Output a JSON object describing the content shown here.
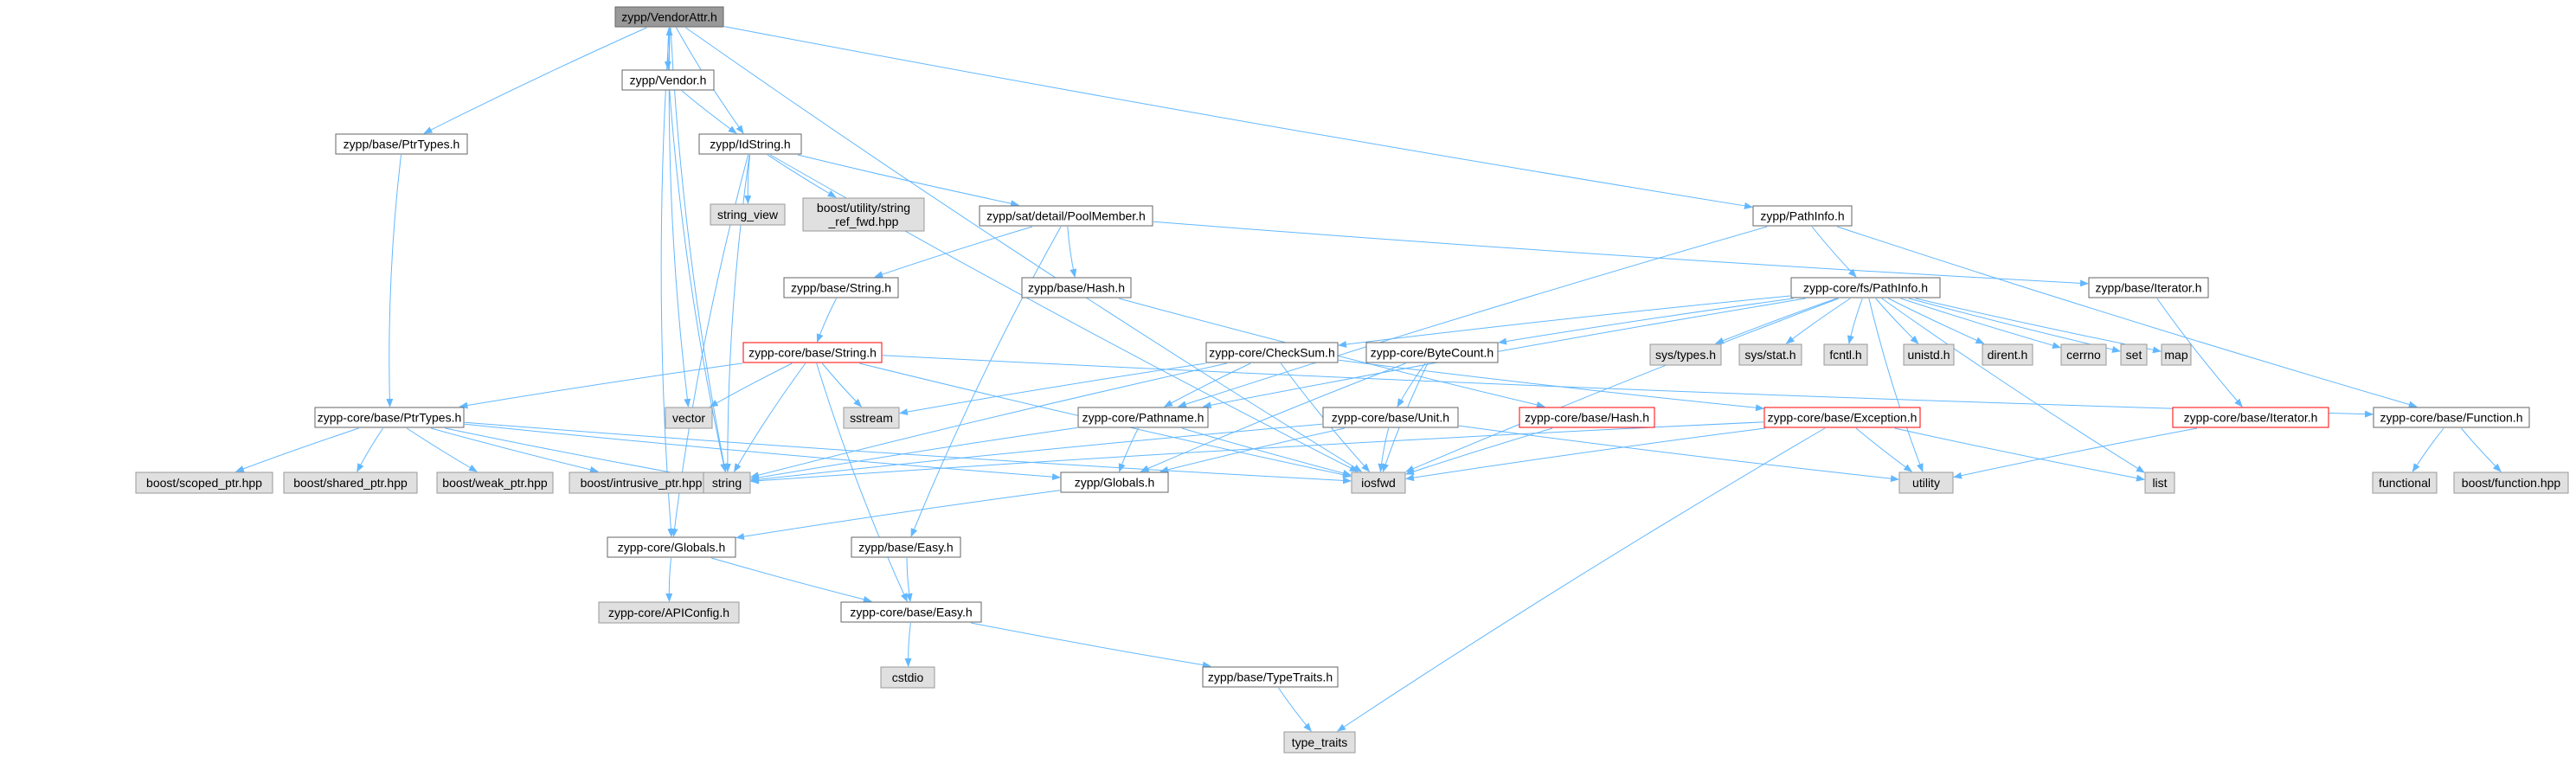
{
  "diagram": {
    "nodes": [
      {
        "id": "n_vendorattr",
        "label": [
          "zypp/VendorAttr.h"
        ],
        "style": "root"
      },
      {
        "id": "n_vendor",
        "label": [
          "zypp/Vendor.h"
        ],
        "style": "normal"
      },
      {
        "id": "n_ptrtypes",
        "label": [
          "zypp/base/PtrTypes.h"
        ],
        "style": "normal"
      },
      {
        "id": "n_idstring",
        "label": [
          "zypp/IdString.h"
        ],
        "style": "normal"
      },
      {
        "id": "n_pathinfo",
        "label": [
          "zypp/PathInfo.h"
        ],
        "style": "normal"
      },
      {
        "id": "n_string_view",
        "label": [
          "string_view"
        ],
        "style": "external"
      },
      {
        "id": "n_boost_string_ref",
        "label": [
          "boost/utility/string",
          "_ref_fwd.hpp"
        ],
        "style": "external"
      },
      {
        "id": "n_poolmember",
        "label": [
          "zypp/sat/detail/PoolMember.h"
        ],
        "style": "normal"
      },
      {
        "id": "n_basestring",
        "label": [
          "zypp/base/String.h"
        ],
        "style": "normal"
      },
      {
        "id": "n_basehash",
        "label": [
          "zypp/base/Hash.h"
        ],
        "style": "normal"
      },
      {
        "id": "n_corefs_pathinfo",
        "label": [
          "zypp-core/fs/PathInfo.h"
        ],
        "style": "normal"
      },
      {
        "id": "n_baseiterator",
        "label": [
          "zypp/base/Iterator.h"
        ],
        "style": "normal"
      },
      {
        "id": "n_corestring",
        "label": [
          "zypp-core/base/String.h"
        ],
        "style": "alert"
      },
      {
        "id": "n_checksum",
        "label": [
          "zypp-core/CheckSum.h"
        ],
        "style": "normal"
      },
      {
        "id": "n_bytecount",
        "label": [
          "zypp-core/ByteCount.h"
        ],
        "style": "normal"
      },
      {
        "id": "n_systypes",
        "label": [
          "sys/types.h"
        ],
        "style": "external"
      },
      {
        "id": "n_sysstat",
        "label": [
          "sys/stat.h"
        ],
        "style": "external"
      },
      {
        "id": "n_fcntl",
        "label": [
          "fcntl.h"
        ],
        "style": "external"
      },
      {
        "id": "n_unistd",
        "label": [
          "unistd.h"
        ],
        "style": "external"
      },
      {
        "id": "n_dirent",
        "label": [
          "dirent.h"
        ],
        "style": "external"
      },
      {
        "id": "n_cerrno",
        "label": [
          "cerrno"
        ],
        "style": "external"
      },
      {
        "id": "n_set",
        "label": [
          "set"
        ],
        "style": "external"
      },
      {
        "id": "n_map",
        "label": [
          "map"
        ],
        "style": "external"
      },
      {
        "id": "n_coreptrtypes",
        "label": [
          "zypp-core/base/PtrTypes.h"
        ],
        "style": "normal"
      },
      {
        "id": "n_vector",
        "label": [
          "vector"
        ],
        "style": "external"
      },
      {
        "id": "n_sstream",
        "label": [
          "sstream"
        ],
        "style": "external"
      },
      {
        "id": "n_pathname",
        "label": [
          "zypp-core/Pathname.h"
        ],
        "style": "normal"
      },
      {
        "id": "n_unit",
        "label": [
          "zypp-core/base/Unit.h"
        ],
        "style": "normal"
      },
      {
        "id": "n_corehash",
        "label": [
          "zypp-core/base/Hash.h"
        ],
        "style": "alert"
      },
      {
        "id": "n_exception",
        "label": [
          "zypp-core/base/Exception.h"
        ],
        "style": "alert"
      },
      {
        "id": "n_coreiterator",
        "label": [
          "zypp-core/base/Iterator.h"
        ],
        "style": "alert"
      },
      {
        "id": "n_corefunction",
        "label": [
          "zypp-core/base/Function.h"
        ],
        "style": "normal"
      },
      {
        "id": "n_scoped_ptr",
        "label": [
          "boost/scoped_ptr.hpp"
        ],
        "style": "external"
      },
      {
        "id": "n_shared_ptr",
        "label": [
          "boost/shared_ptr.hpp"
        ],
        "style": "external"
      },
      {
        "id": "n_weak_ptr",
        "label": [
          "boost/weak_ptr.hpp"
        ],
        "style": "external"
      },
      {
        "id": "n_intrusive_ptr",
        "label": [
          "boost/intrusive_ptr.hpp"
        ],
        "style": "external"
      },
      {
        "id": "n_string",
        "label": [
          "string"
        ],
        "style": "external"
      },
      {
        "id": "n_globals",
        "label": [
          "zypp/Globals.h"
        ],
        "style": "normal"
      },
      {
        "id": "n_iosfwd",
        "label": [
          "iosfwd"
        ],
        "style": "external"
      },
      {
        "id": "n_utility",
        "label": [
          "utility"
        ],
        "style": "external"
      },
      {
        "id": "n_list",
        "label": [
          "list"
        ],
        "style": "external"
      },
      {
        "id": "n_functional",
        "label": [
          "functional"
        ],
        "style": "external"
      },
      {
        "id": "n_boost_function",
        "label": [
          "boost/function.hpp"
        ],
        "style": "external"
      },
      {
        "id": "n_coreglobals",
        "label": [
          "zypp-core/Globals.h"
        ],
        "style": "normal"
      },
      {
        "id": "n_baseeasy",
        "label": [
          "zypp/base/Easy.h"
        ],
        "style": "normal"
      },
      {
        "id": "n_apiconfig",
        "label": [
          "zypp-core/APIConfig.h"
        ],
        "style": "external"
      },
      {
        "id": "n_coreeasy",
        "label": [
          "zypp-core/base/Easy.h"
        ],
        "style": "normal"
      },
      {
        "id": "n_cstdio",
        "label": [
          "cstdio"
        ],
        "style": "external"
      },
      {
        "id": "n_typetraits_h",
        "label": [
          "zypp/base/TypeTraits.h"
        ],
        "style": "normal"
      },
      {
        "id": "n_type_traits",
        "label": [
          "type_traits"
        ],
        "style": "external"
      }
    ],
    "edges": [
      [
        "n_vendorattr",
        "n_vendor"
      ],
      [
        "n_vendorattr",
        "n_ptrtypes"
      ],
      [
        "n_vendorattr",
        "n_idstring"
      ],
      [
        "n_vendorattr",
        "n_pathinfo"
      ],
      [
        "n_vendorattr",
        "n_vector"
      ],
      [
        "n_vendorattr",
        "n_string"
      ],
      [
        "n_vendorattr",
        "n_iosfwd"
      ],
      [
        "n_vendorattr",
        "n_coreglobals"
      ],
      [
        "n_vendor",
        "n_vendorattr"
      ],
      [
        "n_vendor",
        "n_idstring"
      ],
      [
        "n_vendor",
        "n_string"
      ],
      [
        "n_ptrtypes",
        "n_coreptrtypes"
      ],
      [
        "n_idstring",
        "n_string_view"
      ],
      [
        "n_idstring",
        "n_boost_string_ref"
      ],
      [
        "n_idstring",
        "n_poolmember"
      ],
      [
        "n_idstring",
        "n_iosfwd"
      ],
      [
        "n_idstring",
        "n_string"
      ],
      [
        "n_idstring",
        "n_coreglobals"
      ],
      [
        "n_poolmember",
        "n_basestring"
      ],
      [
        "n_poolmember",
        "n_basehash"
      ],
      [
        "n_poolmember",
        "n_baseiterator"
      ],
      [
        "n_poolmember",
        "n_baseeasy"
      ],
      [
        "n_basestring",
        "n_corestring"
      ],
      [
        "n_basehash",
        "n_corehash"
      ],
      [
        "n_baseiterator",
        "n_coreiterator"
      ],
      [
        "n_pathinfo",
        "n_corefs_pathinfo"
      ],
      [
        "n_pathinfo",
        "n_pathname"
      ],
      [
        "n_pathinfo",
        "n_corefunction"
      ],
      [
        "n_corefs_pathinfo",
        "n_systypes"
      ],
      [
        "n_corefs_pathinfo",
        "n_sysstat"
      ],
      [
        "n_corefs_pathinfo",
        "n_fcntl"
      ],
      [
        "n_corefs_pathinfo",
        "n_unistd"
      ],
      [
        "n_corefs_pathinfo",
        "n_dirent"
      ],
      [
        "n_corefs_pathinfo",
        "n_cerrno"
      ],
      [
        "n_corefs_pathinfo",
        "n_set"
      ],
      [
        "n_corefs_pathinfo",
        "n_map"
      ],
      [
        "n_corefs_pathinfo",
        "n_checksum"
      ],
      [
        "n_corefs_pathinfo",
        "n_bytecount"
      ],
      [
        "n_corefs_pathinfo",
        "n_pathname"
      ],
      [
        "n_corefs_pathinfo",
        "n_iosfwd"
      ],
      [
        "n_corefs_pathinfo",
        "n_utility"
      ],
      [
        "n_corefs_pathinfo",
        "n_list"
      ],
      [
        "n_corestring",
        "n_coreptrtypes"
      ],
      [
        "n_corestring",
        "n_vector"
      ],
      [
        "n_corestring",
        "n_sstream"
      ],
      [
        "n_corestring",
        "n_string"
      ],
      [
        "n_corestring",
        "n_iosfwd"
      ],
      [
        "n_corestring",
        "n_coreeasy"
      ],
      [
        "n_corestring",
        "n_corefunction"
      ],
      [
        "n_checksum",
        "n_pathname"
      ],
      [
        "n_checksum",
        "n_sstream"
      ],
      [
        "n_checksum",
        "n_string"
      ],
      [
        "n_checksum",
        "n_iosfwd"
      ],
      [
        "n_checksum",
        "n_exception"
      ],
      [
        "n_bytecount",
        "n_unit"
      ],
      [
        "n_bytecount",
        "n_globals"
      ],
      [
        "n_bytecount",
        "n_iosfwd"
      ],
      [
        "n_coreptrtypes",
        "n_scoped_ptr"
      ],
      [
        "n_coreptrtypes",
        "n_shared_ptr"
      ],
      [
        "n_coreptrtypes",
        "n_weak_ptr"
      ],
      [
        "n_coreptrtypes",
        "n_intrusive_ptr"
      ],
      [
        "n_coreptrtypes",
        "n_string"
      ],
      [
        "n_coreptrtypes",
        "n_iosfwd"
      ],
      [
        "n_coreptrtypes",
        "n_globals"
      ],
      [
        "n_pathname",
        "n_globals"
      ],
      [
        "n_pathname",
        "n_string"
      ],
      [
        "n_pathname",
        "n_iosfwd"
      ],
      [
        "n_unit",
        "n_globals"
      ],
      [
        "n_unit",
        "n_string"
      ],
      [
        "n_unit",
        "n_iosfwd"
      ],
      [
        "n_unit",
        "n_utility"
      ],
      [
        "n_corehash",
        "n_iosfwd"
      ],
      [
        "n_exception",
        "n_iosfwd"
      ],
      [
        "n_exception",
        "n_string"
      ],
      [
        "n_exception",
        "n_list"
      ],
      [
        "n_exception",
        "n_utility"
      ],
      [
        "n_exception",
        "n_type_traits"
      ],
      [
        "n_coreiterator",
        "n_utility"
      ],
      [
        "n_corefunction",
        "n_functional"
      ],
      [
        "n_corefunction",
        "n_boost_function"
      ],
      [
        "n_globals",
        "n_coreglobals"
      ],
      [
        "n_coreglobals",
        "n_apiconfig"
      ],
      [
        "n_coreglobals",
        "n_coreeasy"
      ],
      [
        "n_baseeasy",
        "n_coreeasy"
      ],
      [
        "n_coreeasy",
        "n_cstdio"
      ],
      [
        "n_coreeasy",
        "n_typetraits_h"
      ],
      [
        "n_typetraits_h",
        "n_type_traits"
      ]
    ]
  },
  "colors": {
    "edge": "#63b8ff",
    "node_border": "#666666",
    "node_fill": "#ffffff",
    "external_fill": "#e0e0e0",
    "external_border": "#999999",
    "root_fill": "#999999",
    "alert_border": "#ff0000",
    "text": "#000000"
  }
}
